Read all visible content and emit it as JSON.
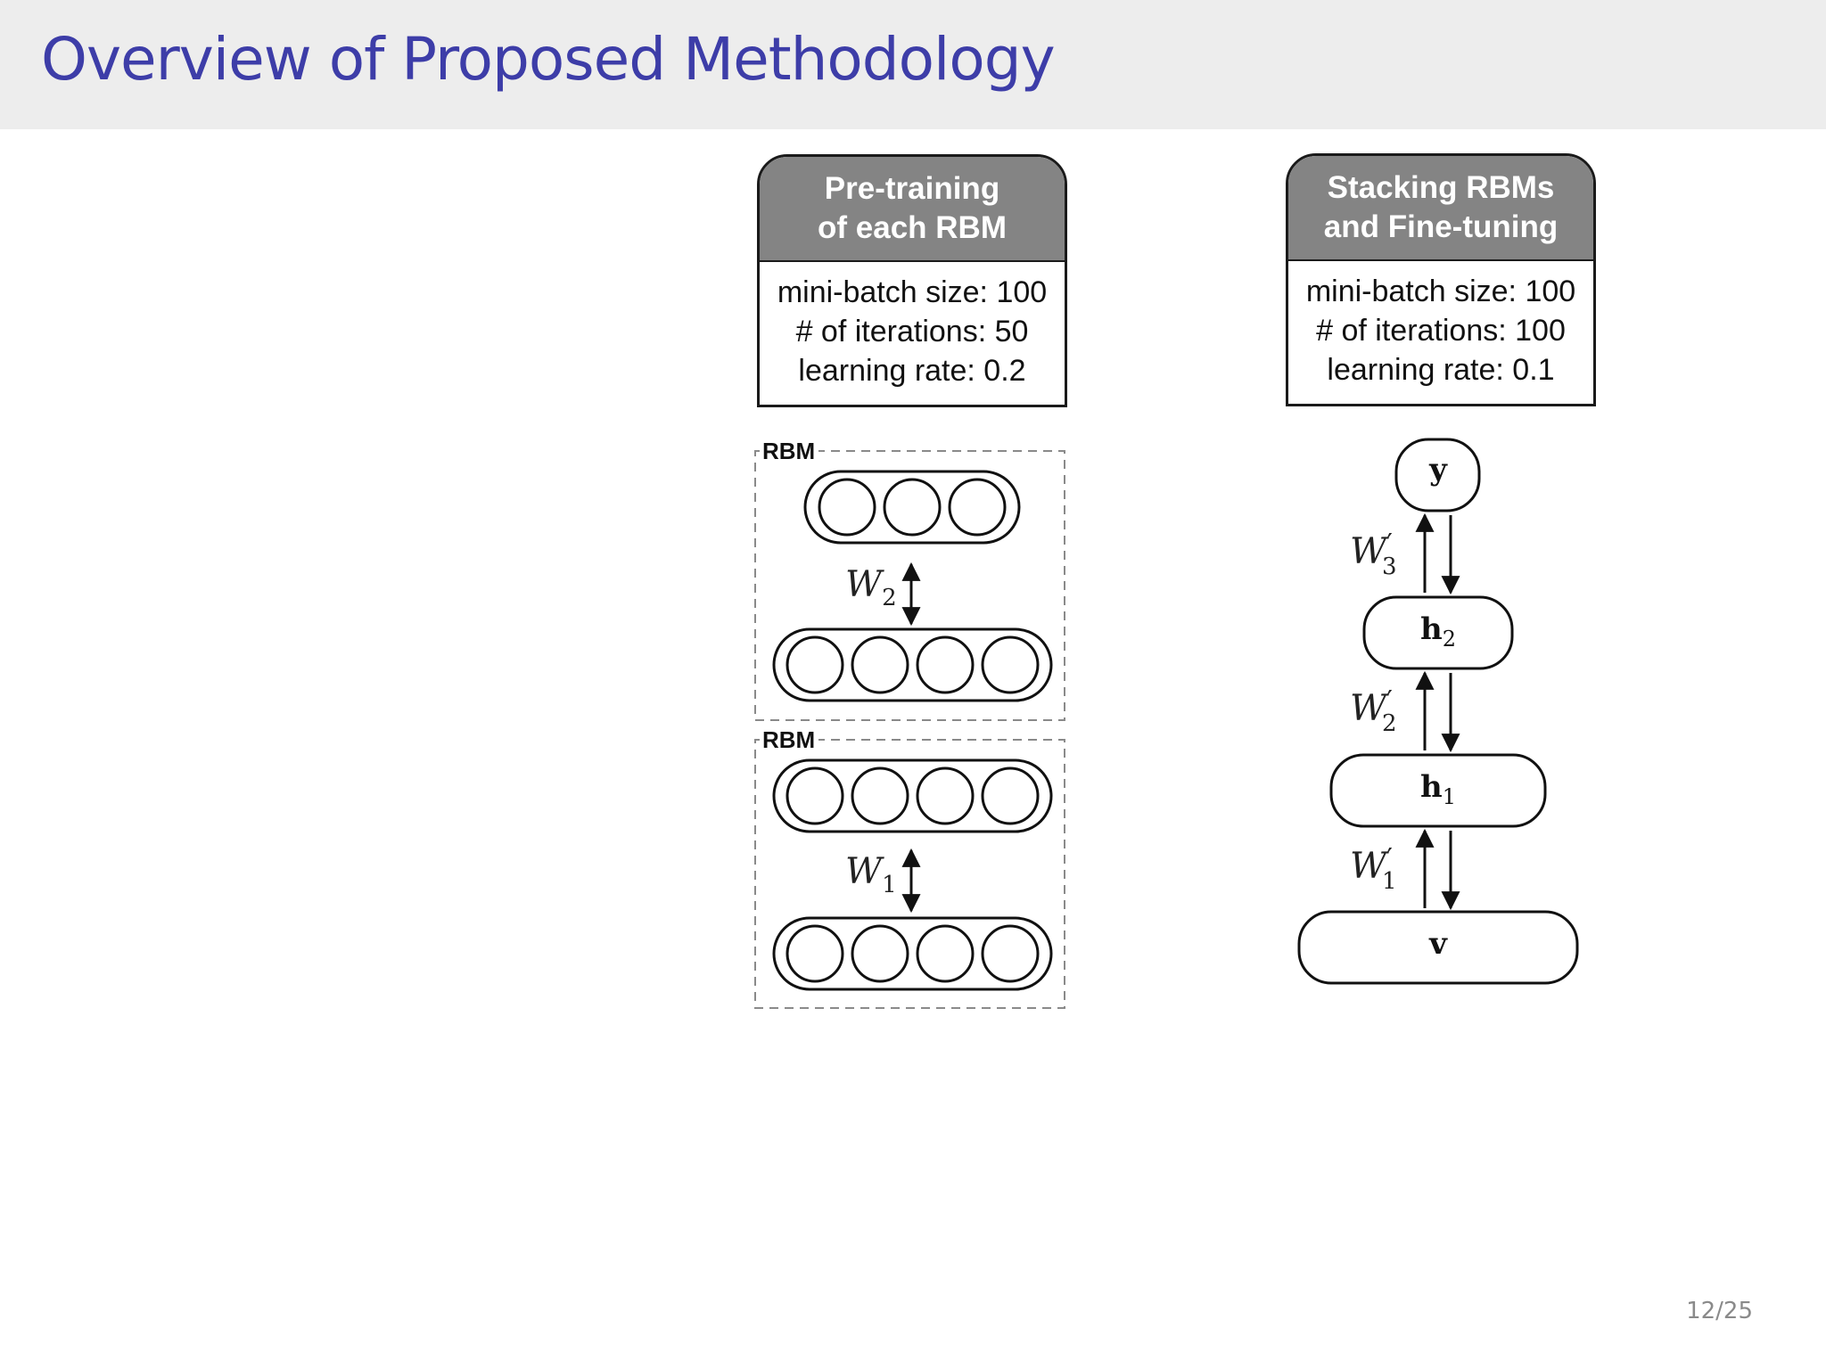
{
  "header": {
    "title": "Overview of Proposed Methodology"
  },
  "footer": {
    "page_number": "12/25"
  },
  "pretraining_box": {
    "title_line1": "Pre-training",
    "title_line2": "of each RBM",
    "params": [
      "mini-batch size: 100",
      "# of iterations: 50",
      "learning rate: 0.2"
    ]
  },
  "finetuning_box": {
    "title_line1": "Stacking RBMs",
    "title_line2": "and Fine-tuning",
    "params": [
      "mini-batch size: 100",
      "# of iterations: 100",
      "learning rate: 0.1"
    ]
  },
  "rbm_stack": {
    "upper_rbm": {
      "label": "RBM",
      "weight_symbol": "W",
      "weight_index": "2",
      "top_units": 3,
      "bottom_units": 4
    },
    "lower_rbm": {
      "label": "RBM",
      "weight_symbol": "W",
      "weight_index": "1",
      "top_units": 4,
      "bottom_units": 4
    }
  },
  "dbn_stack": {
    "nodes": [
      {
        "symbol": "y",
        "subscript": ""
      },
      {
        "symbol": "h",
        "subscript": "2"
      },
      {
        "symbol": "h",
        "subscript": "1"
      },
      {
        "symbol": "v",
        "subscript": ""
      }
    ],
    "weights": [
      {
        "symbol": "W",
        "prime": "′",
        "index": "3"
      },
      {
        "symbol": "W",
        "prime": "′",
        "index": "2"
      },
      {
        "symbol": "W",
        "prime": "′",
        "index": "1"
      }
    ]
  }
}
